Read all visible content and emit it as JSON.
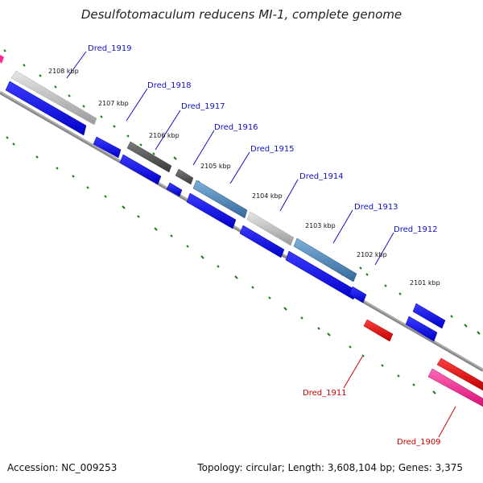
{
  "title": "Desulfotomaculum reducens MI-1, complete genome",
  "accession_text": "Accession: NC_009253",
  "summary_text": "Topology: circular; Length: 3,608,104 bp; Genes: 3,375",
  "kbp_ticks": [
    "2108 kbp",
    "2107 kbp",
    "2106 kbp",
    "2105 kbp",
    "2104 kbp",
    "2103 kbp",
    "2102 kbp",
    "2101 kbp"
  ],
  "gene_labels_forward": [
    "Dred_1919",
    "Dred_1918",
    "Dred_1917",
    "Dred_1916",
    "Dred_1915",
    "Dred_1914",
    "Dred_1913",
    "Dred_1912"
  ],
  "gene_labels_reverse": [
    "Dred_1911",
    "Dred_1909"
  ],
  "colors": {
    "cds_blue": "#0000ee",
    "gene_gray_light": "#c8c8c8",
    "gene_gray_dark": "#555555",
    "gene_steelblue": "#4f86b8",
    "reverse_red": "#ee0000",
    "reverse_pink": "#ff2a90",
    "backbone": "#888888",
    "tick_green": "#1a7a1a",
    "label_blue": "#1010c0",
    "label_red": "#cc0000"
  }
}
